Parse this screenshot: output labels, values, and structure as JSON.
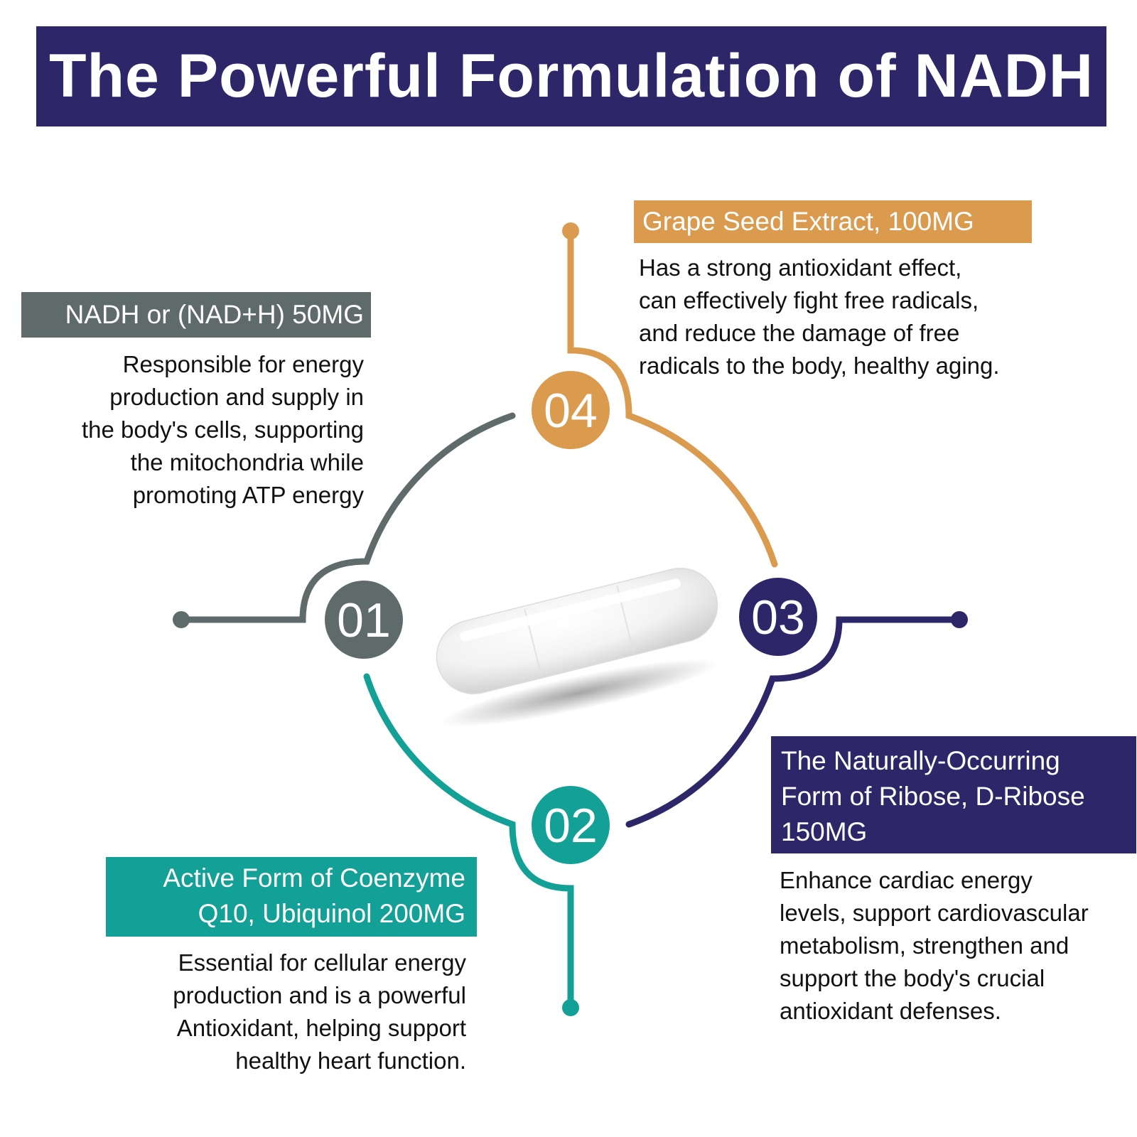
{
  "title": "The Powerful Formulation of NADH",
  "colors": {
    "navy": "#2d2669",
    "slate": "#5f6b6b",
    "orange": "#db9b4f",
    "teal": "#13a096"
  },
  "center_image": "white-capsule",
  "ingredients": [
    {
      "number": "01",
      "label": "NADH or (NAD+H) 50MG",
      "description": "Responsible for energy\nproduction and supply in\nthe body's cells, supporting\nthe mitochondria while\npromoting ATP energy"
    },
    {
      "number": "02",
      "label": "Active Form of Coenzyme\nQ10, Ubiquinol 200MG",
      "description": "Essential for cellular energy\nproduction and is a powerful\nAntioxidant, helping support\nhealthy heart function."
    },
    {
      "number": "03",
      "label": "The Naturally-Occurring\nForm of Ribose, D-Ribose\n150MG",
      "description": "Enhance cardiac energy\nlevels, support cardiovascular\nmetabolism, strengthen and\nsupport the body's crucial\nantioxidant defenses."
    },
    {
      "number": "04",
      "label": "Grape Seed Extract, 100MG",
      "description": "Has a strong antioxidant effect,\ncan effectively fight free radicals,\nand reduce the damage of free\nradicals to the body, healthy aging."
    }
  ]
}
